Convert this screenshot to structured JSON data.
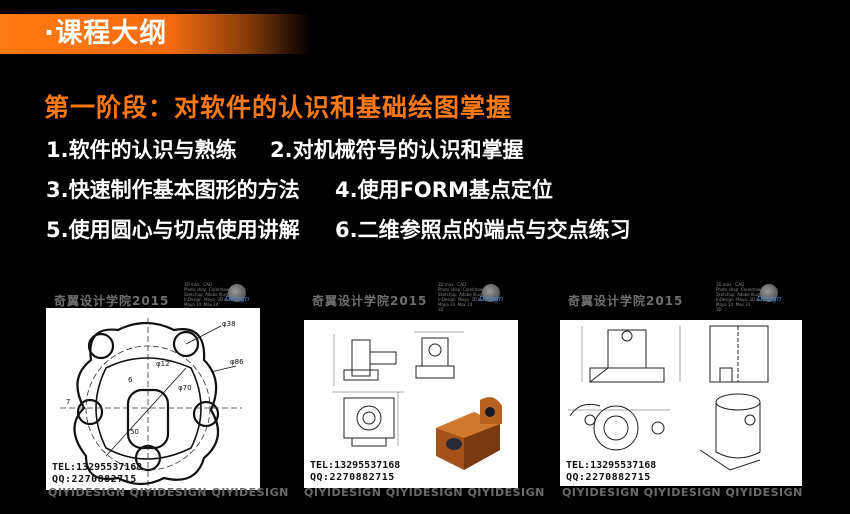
{
  "header": {
    "title": "·课程大纲"
  },
  "stage": {
    "title": "第一阶段：对软件的认识和基础绘图掌握"
  },
  "items": [
    "1.软件的认识与熟练",
    "2.对机械符号的认识和掌握",
    "3.快速制作基本图形的方法",
    "4.使用FORM基点定位",
    "5.使用圆心与切点使用讲解",
    "6.二维参照点的端点与交点练习"
  ],
  "thumbnails": [
    {
      "watermark_top": "奇翼设计学院2015",
      "logo_text": "Design",
      "contact_tel": "TEL:13295537168",
      "contact_qq": "QQ:2270882715",
      "watermark_bottom": "QIYIDESIGN QIYIDESIGN QIYIDESIGN",
      "drawing_labels": [
        "φ38",
        "φ12",
        "φ86",
        "φ70",
        "6",
        "7",
        "50"
      ]
    },
    {
      "watermark_top": "奇翼设计学院2015",
      "logo_text": "Design",
      "contact_tel": "TEL:13295537168",
      "contact_qq": "QQ:2270882715",
      "watermark_bottom": "QIYIDESIGN QIYIDESIGN QIYIDESIGN"
    },
    {
      "watermark_top": "奇翼设计学院2015",
      "logo_text": "Design",
      "contact_tel": "TEL:13295537168",
      "contact_qq": "QQ:2270882715",
      "watermark_bottom": "QIYIDESIGN QIYIDESIGN QIYIDESIGN"
    }
  ],
  "colors": {
    "accent": "#ff7a12",
    "background": "#000000",
    "text": "#ffffff"
  }
}
